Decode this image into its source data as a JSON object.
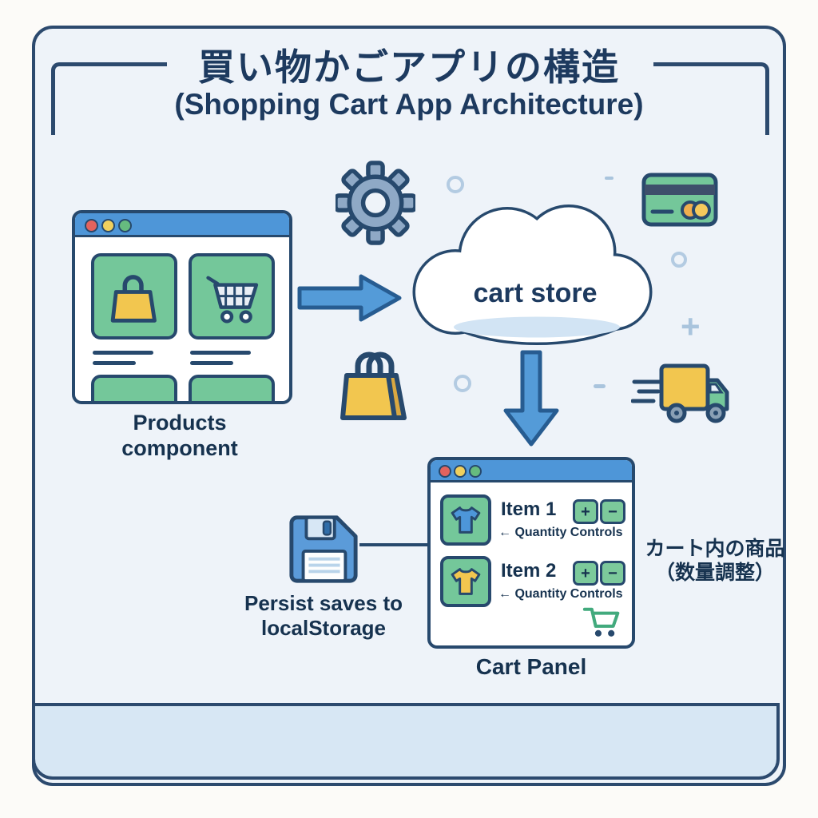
{
  "header": {
    "title_ja": "買い物かごアプリの構造",
    "title_en": "(Shopping Cart App Architecture)"
  },
  "products_window": {
    "label_line1": "Products",
    "label_line2": "component"
  },
  "cart_store": {
    "label": "cart store"
  },
  "cart_panel": {
    "label": "Cart Panel",
    "items": [
      {
        "name": "Item 1",
        "note": "← Quantity Controls",
        "plus": "+",
        "minus": "−"
      },
      {
        "name": "Item 2",
        "note": "← Quantity Controls",
        "plus": "+",
        "minus": "−"
      }
    ]
  },
  "persist": {
    "label_line1": "Persist saves to",
    "label_line2": "localStorage"
  },
  "cart_contents_note": {
    "line1": "カート内の商品",
    "line2": "（数量調整）"
  },
  "icons": {
    "gear": "gear-icon",
    "cloud": "cloud-icon",
    "credit_card": "credit-card-icon",
    "shopping_bag": "shopping-bag-icon",
    "shopping_cart": "shopping-cart-icon",
    "delivery_truck": "delivery-truck-icon",
    "floppy_disk": "floppy-disk-icon",
    "tshirt": "tshirt-icon",
    "arrow_right": "arrow-right-icon",
    "arrow_down": "arrow-down-icon"
  },
  "colors": {
    "navy_outline": "#27496d",
    "text_navy": "#1d3a5f",
    "titlebar_blue": "#4e96d8",
    "arrow_blue": "#549bd8",
    "green": "#74c79a",
    "yellow": "#f2c64f",
    "steel_blue": "#8fa9c6",
    "panel_bg": "#eef3f9",
    "footer_bg": "#d7e7f4",
    "decor_blue": "#b3cbe2"
  }
}
